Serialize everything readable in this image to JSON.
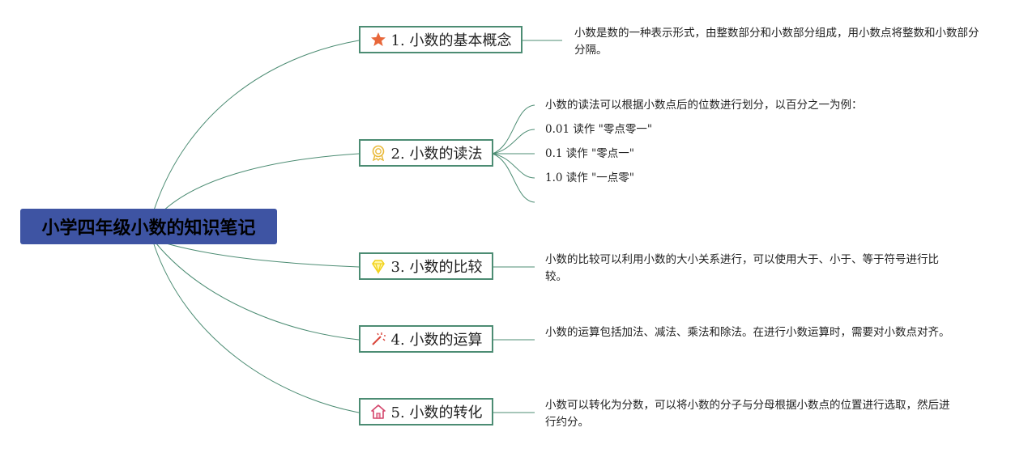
{
  "root": {
    "title": "小学四年级小数的知识笔记"
  },
  "topics": [
    {
      "label": "1. 小数的基本概念",
      "icon": "star-icon"
    },
    {
      "label": "2. 小数的读法",
      "icon": "award-badge-icon"
    },
    {
      "label": "3. 小数的比较",
      "icon": "diamond-icon"
    },
    {
      "label": "4. 小数的运算",
      "icon": "magic-wand-icon"
    },
    {
      "label": "5. 小数的转化",
      "icon": "home-icon"
    }
  ],
  "notes": {
    "concept": "小数是数的一种表示形式，由整数部分和小数部分组成，用小数点将整数和小数部分分隔。",
    "reading": [
      "小数的读法可以根据小数点后的位数进行划分，以百分之一为例：",
      "0.01 读作 \"零点零一\"",
      "0.1 读作 \"零点一\"",
      "1.0 读作 \"一点零\""
    ],
    "compare": "小数的比较可以利用小数的大小关系进行，可以使用大于、小于、等于符号进行比较。",
    "operation": "小数的运算包括加法、减法、乘法和除法。在进行小数运算时，需要对小数点对齐。",
    "convert": "小数可以转化为分数，可以将小数的分子与分母根据小数点的位置进行选取，然后进行约分。"
  },
  "colors": {
    "root_bg": "#3e54a3",
    "line": "#4c8c73",
    "star": "#e8673a",
    "badge": "#e9b93a",
    "diamond": "#f2d21b",
    "wand": "#d9453a",
    "home": "#d4466c"
  }
}
